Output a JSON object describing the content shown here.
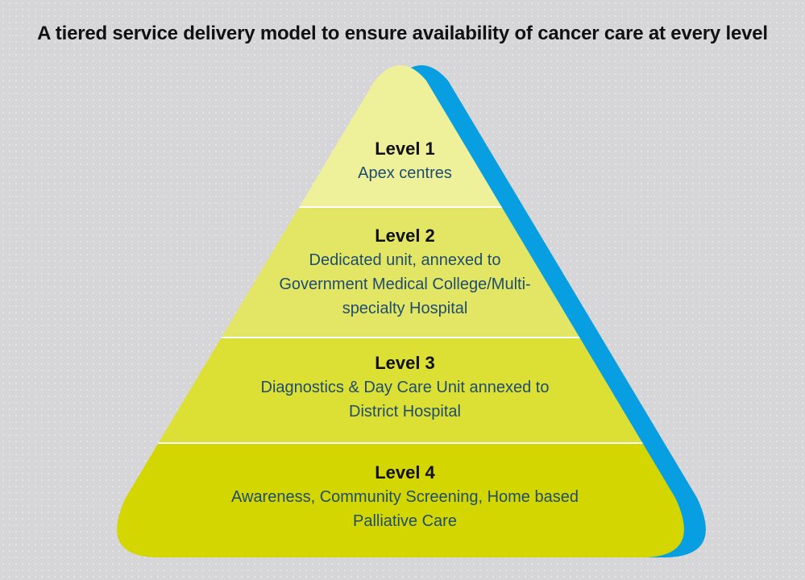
{
  "title": "A tiered service delivery model to ensure availability of cancer care at every level",
  "tiers": [
    {
      "heading": "Level 1",
      "description": "Apex centres",
      "color": "#eef09a"
    },
    {
      "heading": "Level 2",
      "description": "Dedicated unit, annexed to Government Medical College/Multi-specialty Hospital",
      "color": "#e3e565"
    },
    {
      "heading": "Level 3",
      "description": "Diagnostics & Day Care Unit annexed to District Hospital",
      "color": "#dcdf34"
    },
    {
      "heading": "Level 4",
      "description": "Awareness, Community Screening, Home based Palliative Care",
      "color": "#d3d600"
    }
  ],
  "colors": {
    "shadow": "#079fe1",
    "divider": "#ffffff",
    "background": "#d6d5d7"
  }
}
